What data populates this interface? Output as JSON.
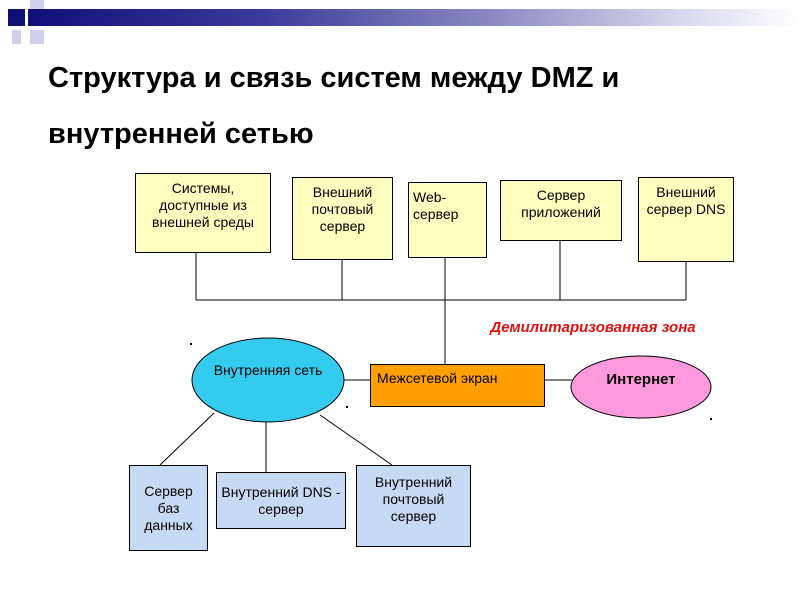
{
  "title": "Структура и связь систем между DMZ и внутренней сетью",
  "dmz_boxes": [
    {
      "label": "Системы, доступные из внешней среды"
    },
    {
      "label": "Внешний почтовый сервер"
    },
    {
      "label": "Web-сервер"
    },
    {
      "label": "Сервер приложений"
    },
    {
      "label": "Внешний сервер DNS"
    }
  ],
  "dmz_label": "Демилитаризованная зона",
  "firewall_label": "Межсетевой экран",
  "internal_network_label": "Внутренняя сеть",
  "internet_label": "Интернет",
  "internal_boxes": [
    {
      "label": "Сервер баз данных"
    },
    {
      "label": "Внутренний DNS - сервер"
    },
    {
      "label": "Внутренний почтовый сервер"
    }
  ],
  "colors": {
    "dmz_box_fill": "#ffffc0",
    "internal_box_fill": "#c6daf5",
    "firewall_fill": "#ffa000",
    "internal_network_fill": "#33ccee",
    "internet_fill": "#ff99dd",
    "dmz_label_color": "#e01010",
    "header_bar": "#0f0f78"
  }
}
